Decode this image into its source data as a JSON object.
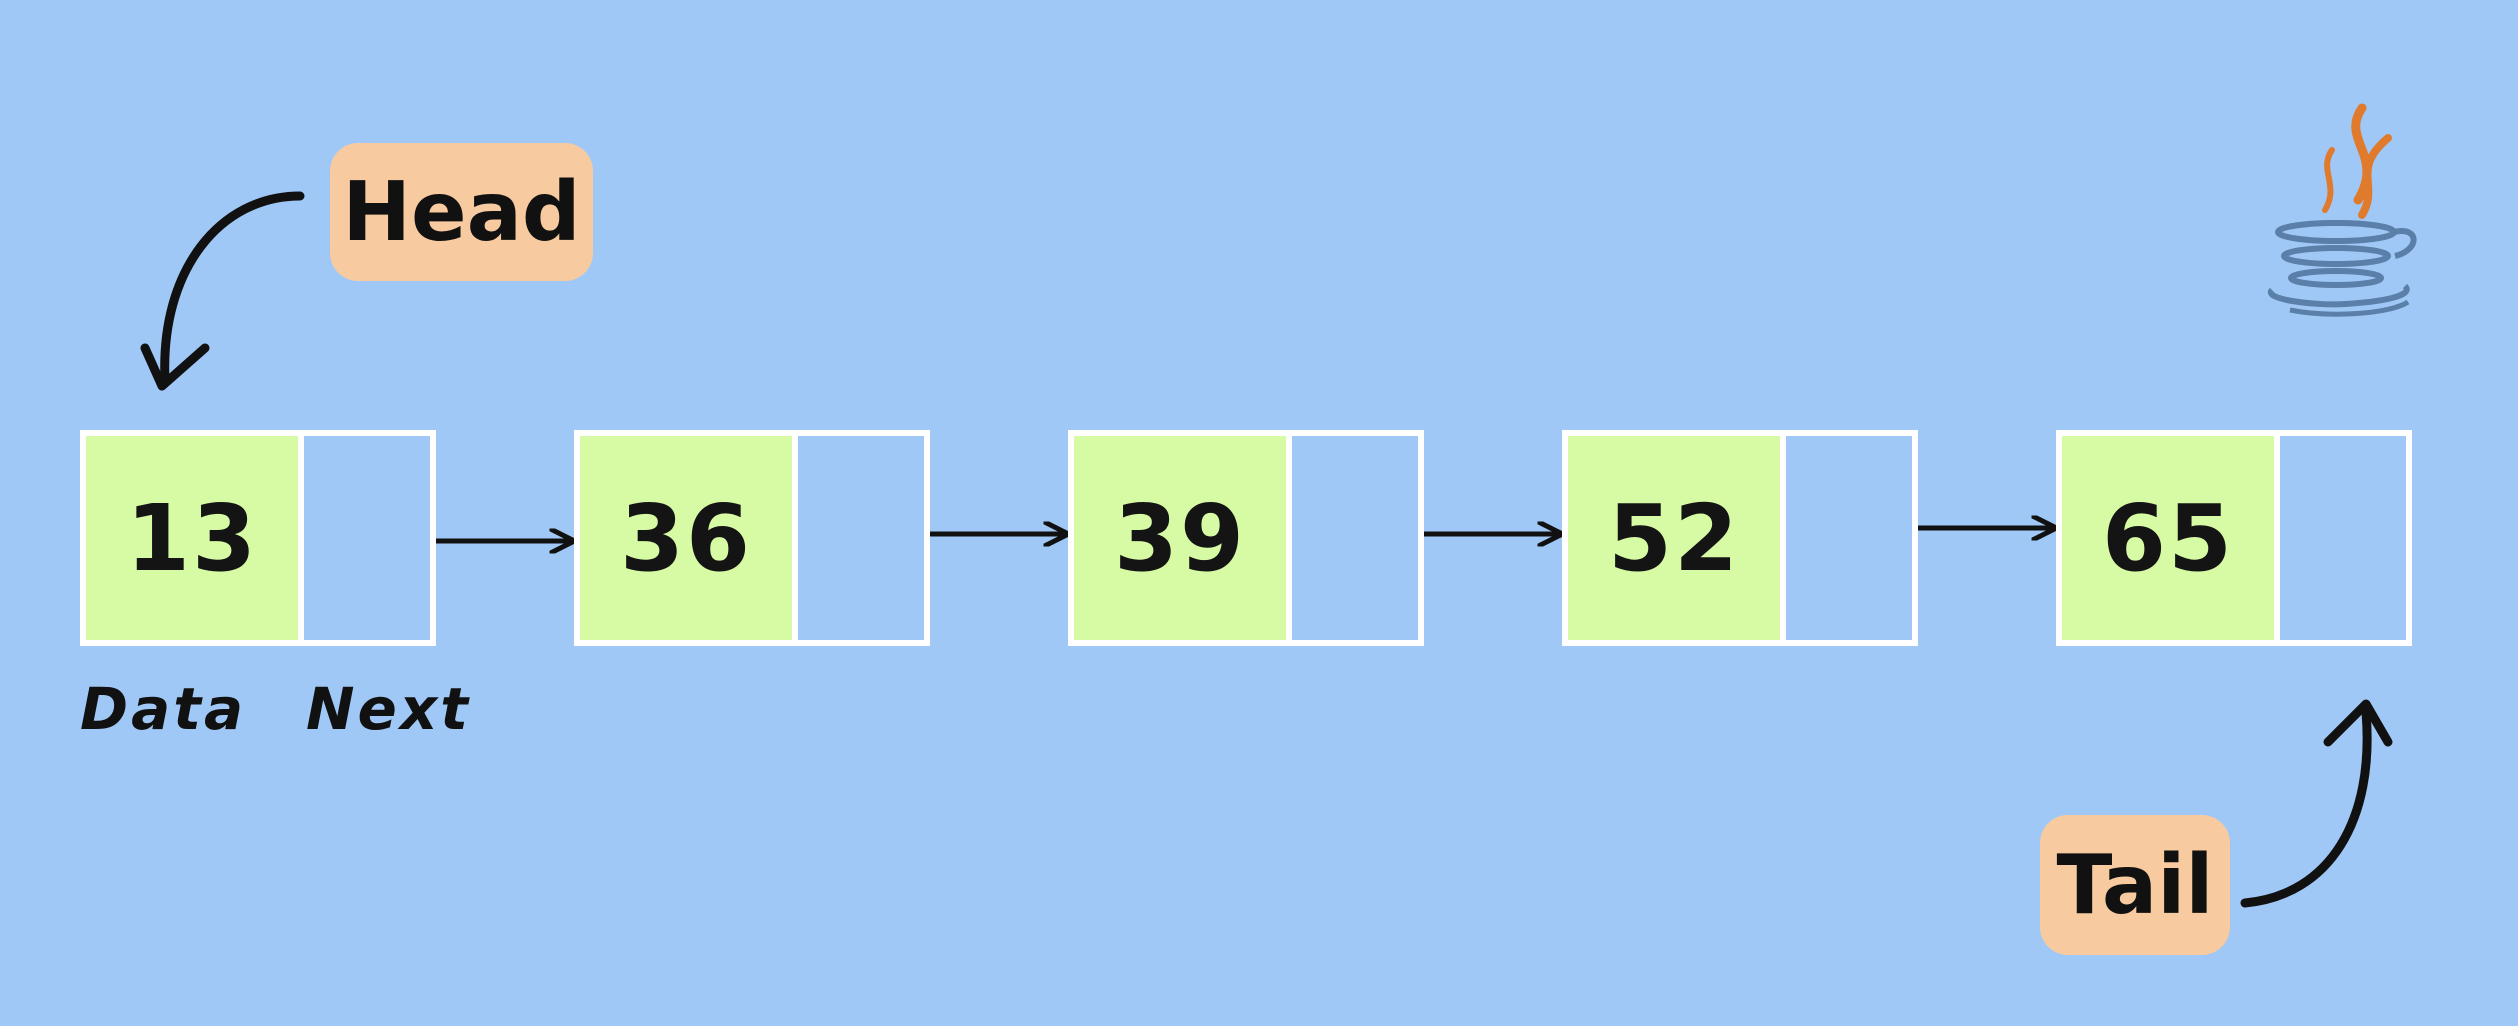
{
  "labels": {
    "head": "Head",
    "tail": "Tail",
    "data_caption": "Data",
    "next_caption": "Next"
  },
  "nodes": [
    {
      "value": "13"
    },
    {
      "value": "36"
    },
    {
      "value": "39"
    },
    {
      "value": "52"
    },
    {
      "value": "65"
    }
  ],
  "colors": {
    "background": "#a0c8f6",
    "data_cell": "#d6fba4",
    "tag": "#f8caa0",
    "border": "#ffffff",
    "java_orange": "#e07a2c",
    "java_blue": "#5a7fa8"
  },
  "icons": [
    "java-logo-icon"
  ]
}
